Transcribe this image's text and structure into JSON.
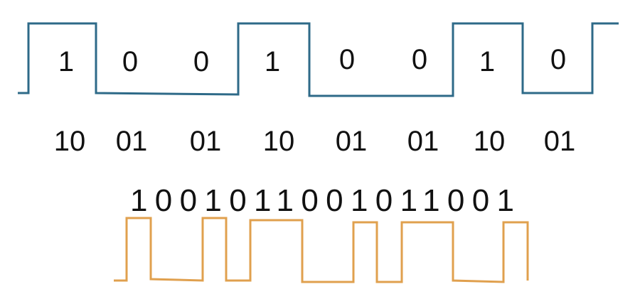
{
  "top_waveform": {
    "color": "#2e6a88",
    "bits": [
      "1",
      "0",
      "0",
      "1",
      "0",
      "0",
      "1",
      "0"
    ]
  },
  "pairs": [
    "10",
    "01",
    "01",
    "10",
    "01",
    "01",
    "10",
    "01"
  ],
  "encoded": {
    "text": "100101100101100 1",
    "bits": [
      1,
      0,
      0,
      1,
      0,
      1,
      1,
      0,
      0,
      1,
      0,
      1,
      1,
      0,
      0,
      1
    ]
  },
  "bottom_waveform": {
    "color": "#e0a04e"
  }
}
